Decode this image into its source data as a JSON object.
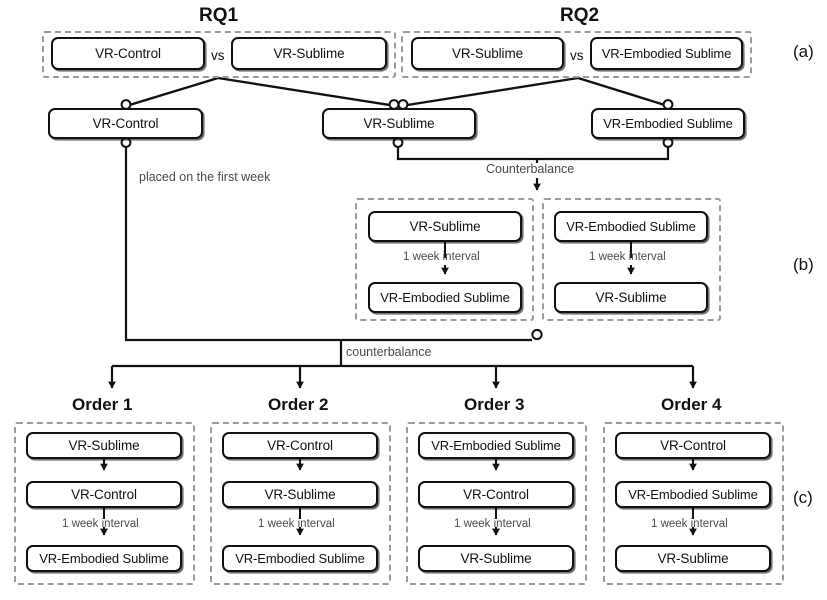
{
  "figure": {
    "panels": [
      {
        "key": "a",
        "label": "(a)"
      },
      {
        "key": "b",
        "label": "(b)"
      },
      {
        "key": "c",
        "label": "(c)"
      }
    ]
  },
  "panel_a": {
    "rq1": {
      "title": "RQ1",
      "left_condition": "VR-Control",
      "vs": "vs",
      "right_condition": "VR-Sublime"
    },
    "rq2": {
      "title": "RQ2",
      "left_condition": "VR-Sublime",
      "vs": "vs",
      "right_condition": "VR-Embodied Sublime"
    }
  },
  "conditions_row": {
    "items": [
      {
        "label": "VR-Control"
      },
      {
        "label": "VR-Sublime"
      },
      {
        "label": "VR-Embodied Sublime"
      }
    ]
  },
  "edge_labels": {
    "first_week": "placed on the first week",
    "counterbalance_upper": "Counterbalance",
    "counterbalance_lower": "counterbalance",
    "interval": "1 week interval"
  },
  "panel_b": {
    "sequences": [
      {
        "name": "sequence-sublime-first",
        "step1": "VR-Sublime",
        "interval": "1 week interval",
        "step2": "VR-Embodied Sublime"
      },
      {
        "name": "sequence-embodied-first",
        "step1": "VR-Embodied Sublime",
        "interval": "1 week interval",
        "step2": "VR-Sublime"
      }
    ]
  },
  "panel_c": {
    "orders": [
      {
        "title": "Order 1",
        "step1": "VR-Sublime",
        "step2": "VR-Control",
        "interval": "1 week interval",
        "step3": "VR-Embodied Sublime"
      },
      {
        "title": "Order 2",
        "step1": "VR-Control",
        "step2": "VR-Sublime",
        "interval": "1 week interval",
        "step3": "VR-Embodied Sublime"
      },
      {
        "title": "Order 3",
        "step1": "VR-Embodied Sublime",
        "step2": "VR-Control",
        "interval": "1 week interval",
        "step3": "VR-Sublime"
      },
      {
        "title": "Order 4",
        "step1": "VR-Control",
        "step2": "VR-Embodied Sublime",
        "interval": "1 week interval",
        "step3": "VR-Sublime"
      }
    ]
  },
  "colors": {
    "stroke": "#111111",
    "dashed": "#9a9a9a",
    "label": "#4a4a4a",
    "background": "#ffffff"
  }
}
